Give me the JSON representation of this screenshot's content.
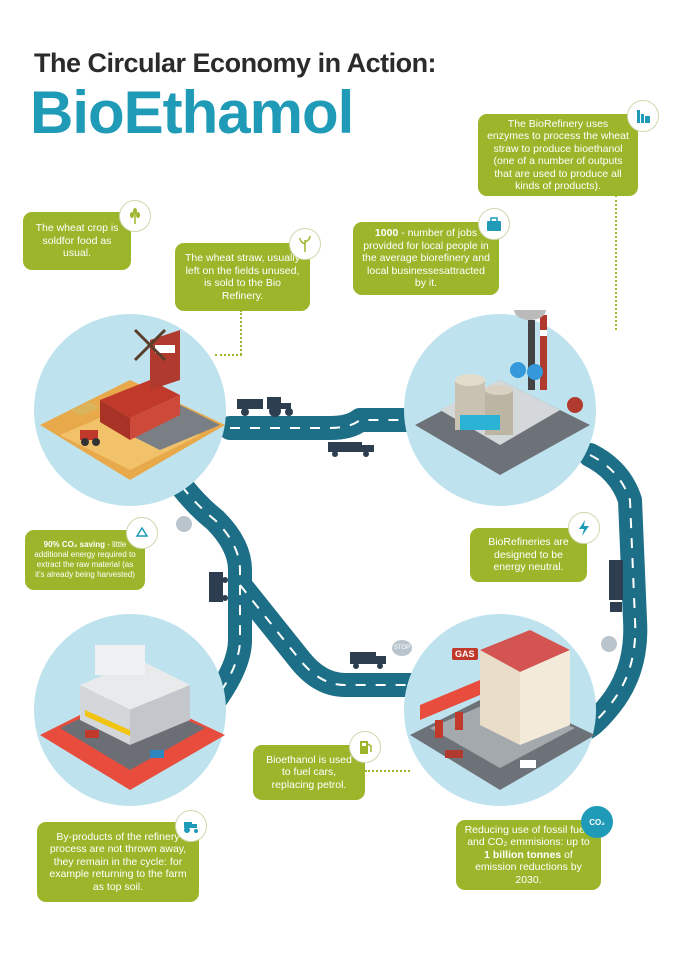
{
  "title": {
    "line1": "The Circular Economy in Action:",
    "line2": "BioEthamol"
  },
  "boxes": {
    "wheat_crop": "The wheat crop is soldfor food as usual.",
    "wheat_straw": "The wheat straw, usually left on the fields unused, is sold to the Bio Refinery.",
    "jobs_number": "1000",
    "jobs_text": " - number of jobs provided for local people in the average biorefinery and local businessesattracted by it.",
    "biorefinery_enzymes": "The BioRefinery uses enzymes to process the wheat straw to produce bioethanol (one of a number of outputs that  are used to produce all kinds of products).",
    "co2_saving_bold": "90% CO₂ saving",
    "co2_saving_text": " - little additional energy required to extract the raw material (as it's already being harvested)",
    "energy_neutral": "BioRefineries are designed to be energy neutral.",
    "bioethanol_fuel": "Bioethanol is used to fuel cars, replacing petrol.",
    "by_products": "By-products of the refinery process are not thrown away, they remain in the cycle: for example returning to the farm as top soil.",
    "emissions_text": "Reducing use of fossil fuels and CO₂ emmisions: up to",
    "emissions_bold": "1 billion tonnes",
    "emissions_tail": " of emission reductions by 2030."
  },
  "labels": {
    "gas_sign": "GAS",
    "stop_sign": "STOP",
    "co2_badge": "CO₂"
  },
  "icons": [
    "wheat-icon",
    "plant-icon",
    "briefcase-icon",
    "factory-icon",
    "recycle-icon",
    "lightning-icon",
    "fuel-pump-icon",
    "tractor-icon",
    "co2-cloud-icon"
  ],
  "colors": {
    "accent": "#9bb62a",
    "title_blue": "#1f9bb8",
    "road": "#1c6f86",
    "scene_bg": "#bfe3ee"
  }
}
